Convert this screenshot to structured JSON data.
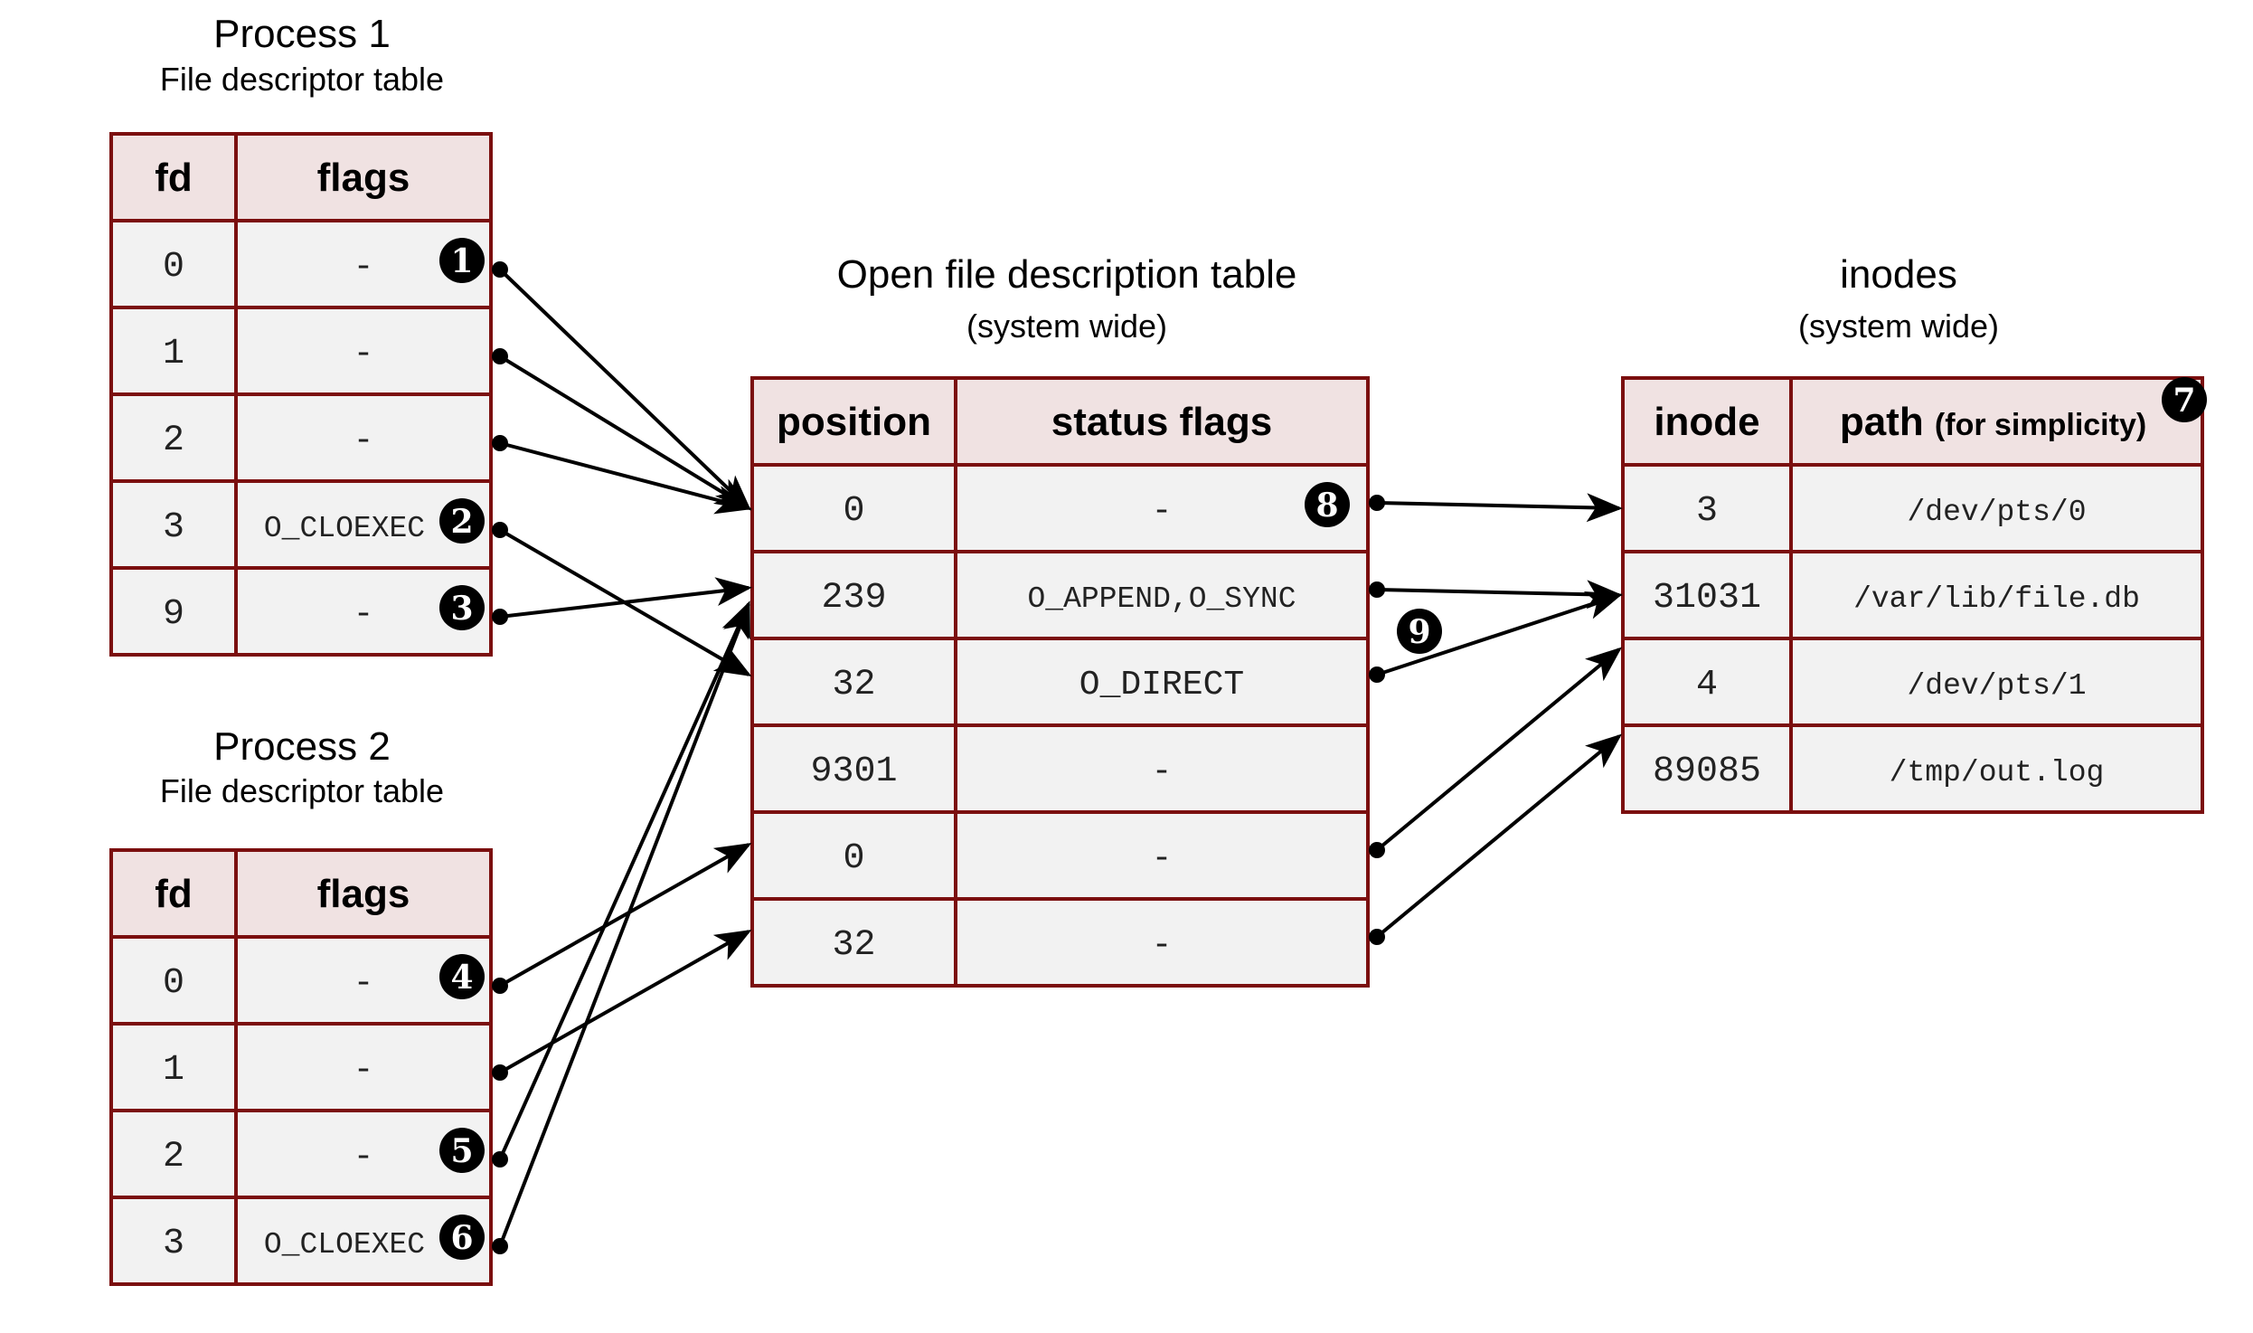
{
  "process1": {
    "title": "Process 1",
    "subtitle": "File descriptor table",
    "headers": [
      "fd",
      "flags"
    ],
    "rows": [
      {
        "fd": "0",
        "flags": "-",
        "badge": "1"
      },
      {
        "fd": "1",
        "flags": "-",
        "badge": ""
      },
      {
        "fd": "2",
        "flags": "-",
        "badge": ""
      },
      {
        "fd": "3",
        "flags": "O_CLOEXEC",
        "badge": "2"
      },
      {
        "fd": "9",
        "flags": "-",
        "badge": "3"
      }
    ]
  },
  "process2": {
    "title": "Process 2",
    "subtitle": "File descriptor table",
    "headers": [
      "fd",
      "flags"
    ],
    "rows": [
      {
        "fd": "0",
        "flags": "-",
        "badge": "4"
      },
      {
        "fd": "1",
        "flags": "-",
        "badge": ""
      },
      {
        "fd": "2",
        "flags": "-",
        "badge": "5"
      },
      {
        "fd": "3",
        "flags": "O_CLOEXEC",
        "badge": "6"
      }
    ]
  },
  "open_files": {
    "title": "Open file description table",
    "subtitle": "(system wide)",
    "headers": [
      "position",
      "status flags"
    ],
    "rows": [
      {
        "position": "0",
        "status": "-",
        "badge": "8"
      },
      {
        "position": "239",
        "status": "O_APPEND,O_SYNC",
        "badge": ""
      },
      {
        "position": "32",
        "status": "O_DIRECT",
        "badge": ""
      },
      {
        "position": "9301",
        "status": "-",
        "badge": ""
      },
      {
        "position": "0",
        "status": "-",
        "badge": ""
      },
      {
        "position": "32",
        "status": "-",
        "badge": ""
      }
    ]
  },
  "inodes": {
    "title": "inodes",
    "subtitle": "(system wide)",
    "headers": [
      "inode",
      "path",
      "(for simplicity)"
    ],
    "header_badge": "7",
    "rows": [
      {
        "inode": "3",
        "path": "/dev/pts/0"
      },
      {
        "inode": "31031",
        "path": "/var/lib/file.db"
      },
      {
        "inode": "4",
        "path": "/dev/pts/1"
      },
      {
        "inode": "89085",
        "path": "/tmp/out.log"
      }
    ]
  },
  "extra_badge": "9",
  "links": [
    {
      "from": "process1",
      "row": 0,
      "to": "open_files",
      "row_to": 0
    },
    {
      "from": "process1",
      "row": 1,
      "to": "open_files",
      "row_to": 0
    },
    {
      "from": "process1",
      "row": 2,
      "to": "open_files",
      "row_to": 0
    },
    {
      "from": "process1",
      "row": 3,
      "to": "open_files",
      "row_to": 2
    },
    {
      "from": "process1",
      "row": 4,
      "to": "open_files",
      "row_to": 1
    },
    {
      "from": "process2",
      "row": 0,
      "to": "open_files",
      "row_to": 4
    },
    {
      "from": "process2",
      "row": 1,
      "to": "open_files",
      "row_to": 5
    },
    {
      "from": "process2",
      "row": 2,
      "to": "open_files",
      "row_to": 1
    },
    {
      "from": "process2",
      "row": 3,
      "to": "open_files",
      "row_to": 1
    },
    {
      "from": "open_files",
      "row": 0,
      "to": "inodes",
      "row_to": 0
    },
    {
      "from": "open_files",
      "row": 1,
      "to": "inodes",
      "row_to": 1
    },
    {
      "from": "open_files",
      "row": 2,
      "to": "inodes",
      "row_to": 1
    },
    {
      "from": "open_files",
      "row": 4,
      "to": "inodes",
      "row_to": 2
    },
    {
      "from": "open_files",
      "row": 5,
      "to": "inodes",
      "row_to": 3
    }
  ]
}
